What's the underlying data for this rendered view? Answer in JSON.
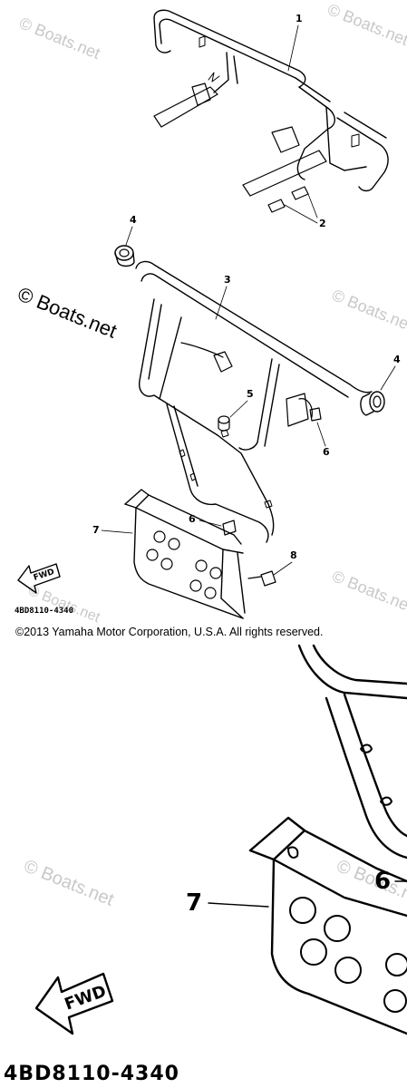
{
  "diagram": {
    "callouts": [
      "1",
      "2",
      "3",
      "4",
      "5",
      "6",
      "7",
      "8"
    ],
    "fwd_label": "FWD",
    "part_code": "4BD8110-4340",
    "copyright": "©2013 Yamaha Motor Corporation, U.S.A. All rights reserved.",
    "watermark": "© Boats.net",
    "zoom_callouts": [
      "7",
      "6"
    ]
  }
}
